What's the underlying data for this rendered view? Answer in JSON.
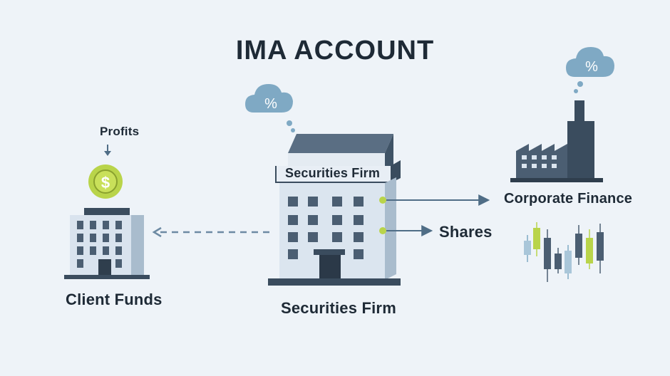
{
  "title": "IMA ACCOUNT",
  "labels": {
    "profits": "Profits",
    "client_funds": "Client Funds",
    "securities_firm_sign": "Securities Firm",
    "securities_firm": "Securities Firm",
    "corporate_finance": "Corporate Finance",
    "shares": "Shares",
    "percent": "%",
    "dollar": "$"
  },
  "icons": [
    "cloud-percent-icon",
    "coin-dollar-icon",
    "building-icon",
    "factory-icon",
    "candlestick-chart-icon",
    "arrow-icon"
  ],
  "colors": {
    "background": "#eef3f8",
    "building_light": "#d9e3ee",
    "building_dark": "#4b5e72",
    "cloud": "#7fa9c4",
    "accent_green": "#b9d44a",
    "text": "#1e2a36"
  }
}
